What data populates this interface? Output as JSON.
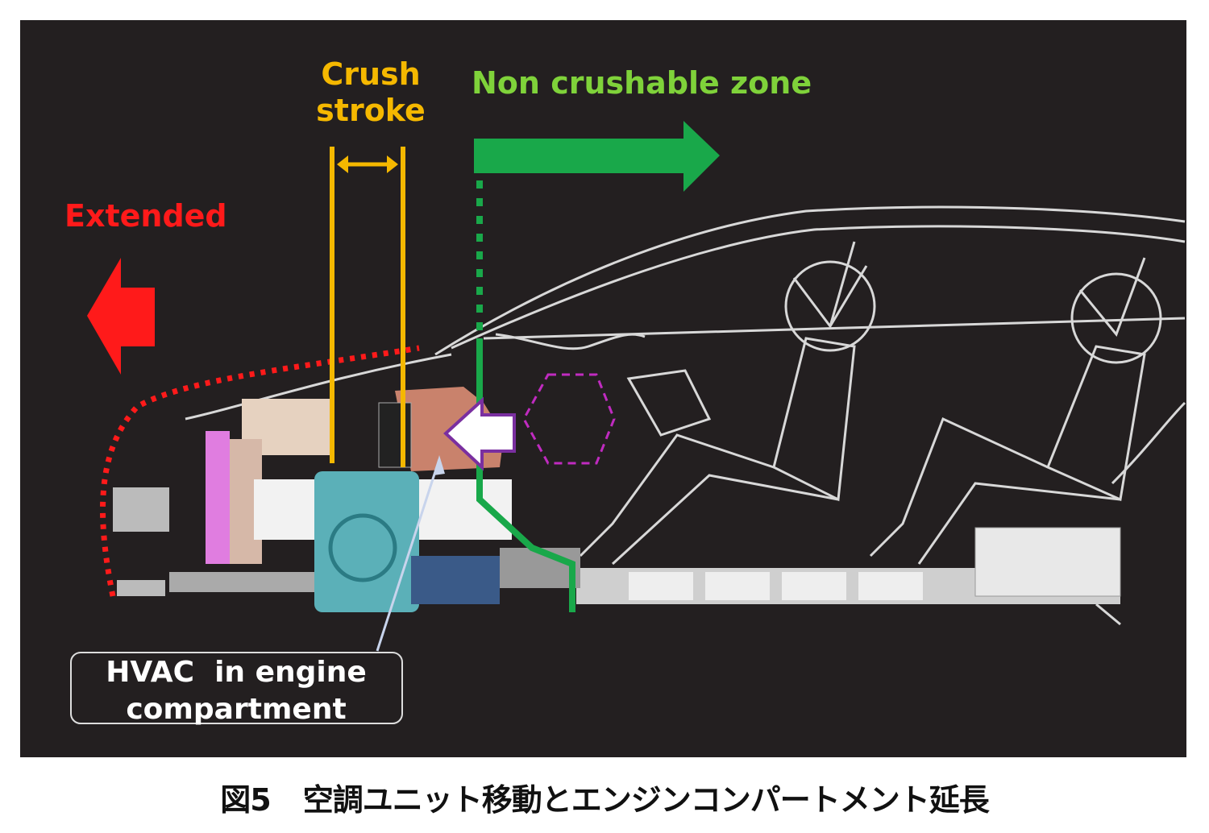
{
  "labels": {
    "crush_stroke_line1": "Crush",
    "crush_stroke_line2": "stroke",
    "non_crushable_zone": "Non crushable zone",
    "extended": "Extended",
    "hvac_line1": "HVAC  in engine",
    "hvac_line2": "compartment"
  },
  "caption": {
    "figure_number": "図5",
    "text": "空調ユニット移動とエンジンコンパートメント延長"
  },
  "colors": {
    "background": "#231f20",
    "crush": "#f5b800",
    "non_crushable": "#19a84a",
    "extended": "#ff1a1a",
    "hvac_arrow": "#7a2fa0",
    "outline": "#d8d8d8"
  }
}
